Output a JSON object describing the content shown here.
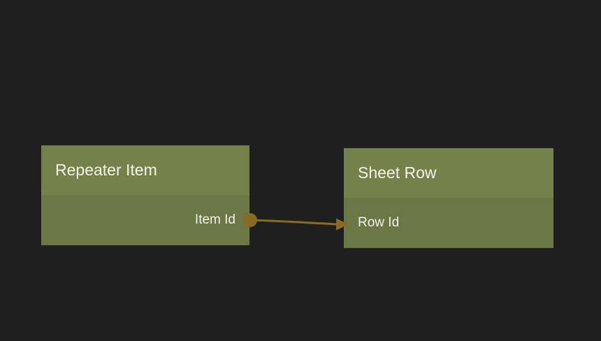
{
  "canvas": {
    "background_color": "#1f1f20",
    "text_color": "#f1f2ea"
  },
  "diagram": {
    "type": "field-mapping",
    "nodes": [
      {
        "title": "Repeater Item",
        "header_color": "#74814a",
        "body_color": "#6b7744",
        "fields": [
          {
            "label": "Item Id",
            "align": "right",
            "port": "output"
          }
        ]
      },
      {
        "title": "Sheet Row",
        "header_color": "#74814a",
        "body_color": "#6b7744",
        "fields": [
          {
            "label": "Row Id",
            "align": "left",
            "port": "input"
          }
        ]
      }
    ],
    "connections": [
      {
        "from_node": "Repeater Item",
        "from_field": "Item Id",
        "to_node": "Sheet Row",
        "to_field": "Row Id",
        "color": "#8a6b26"
      }
    ]
  }
}
